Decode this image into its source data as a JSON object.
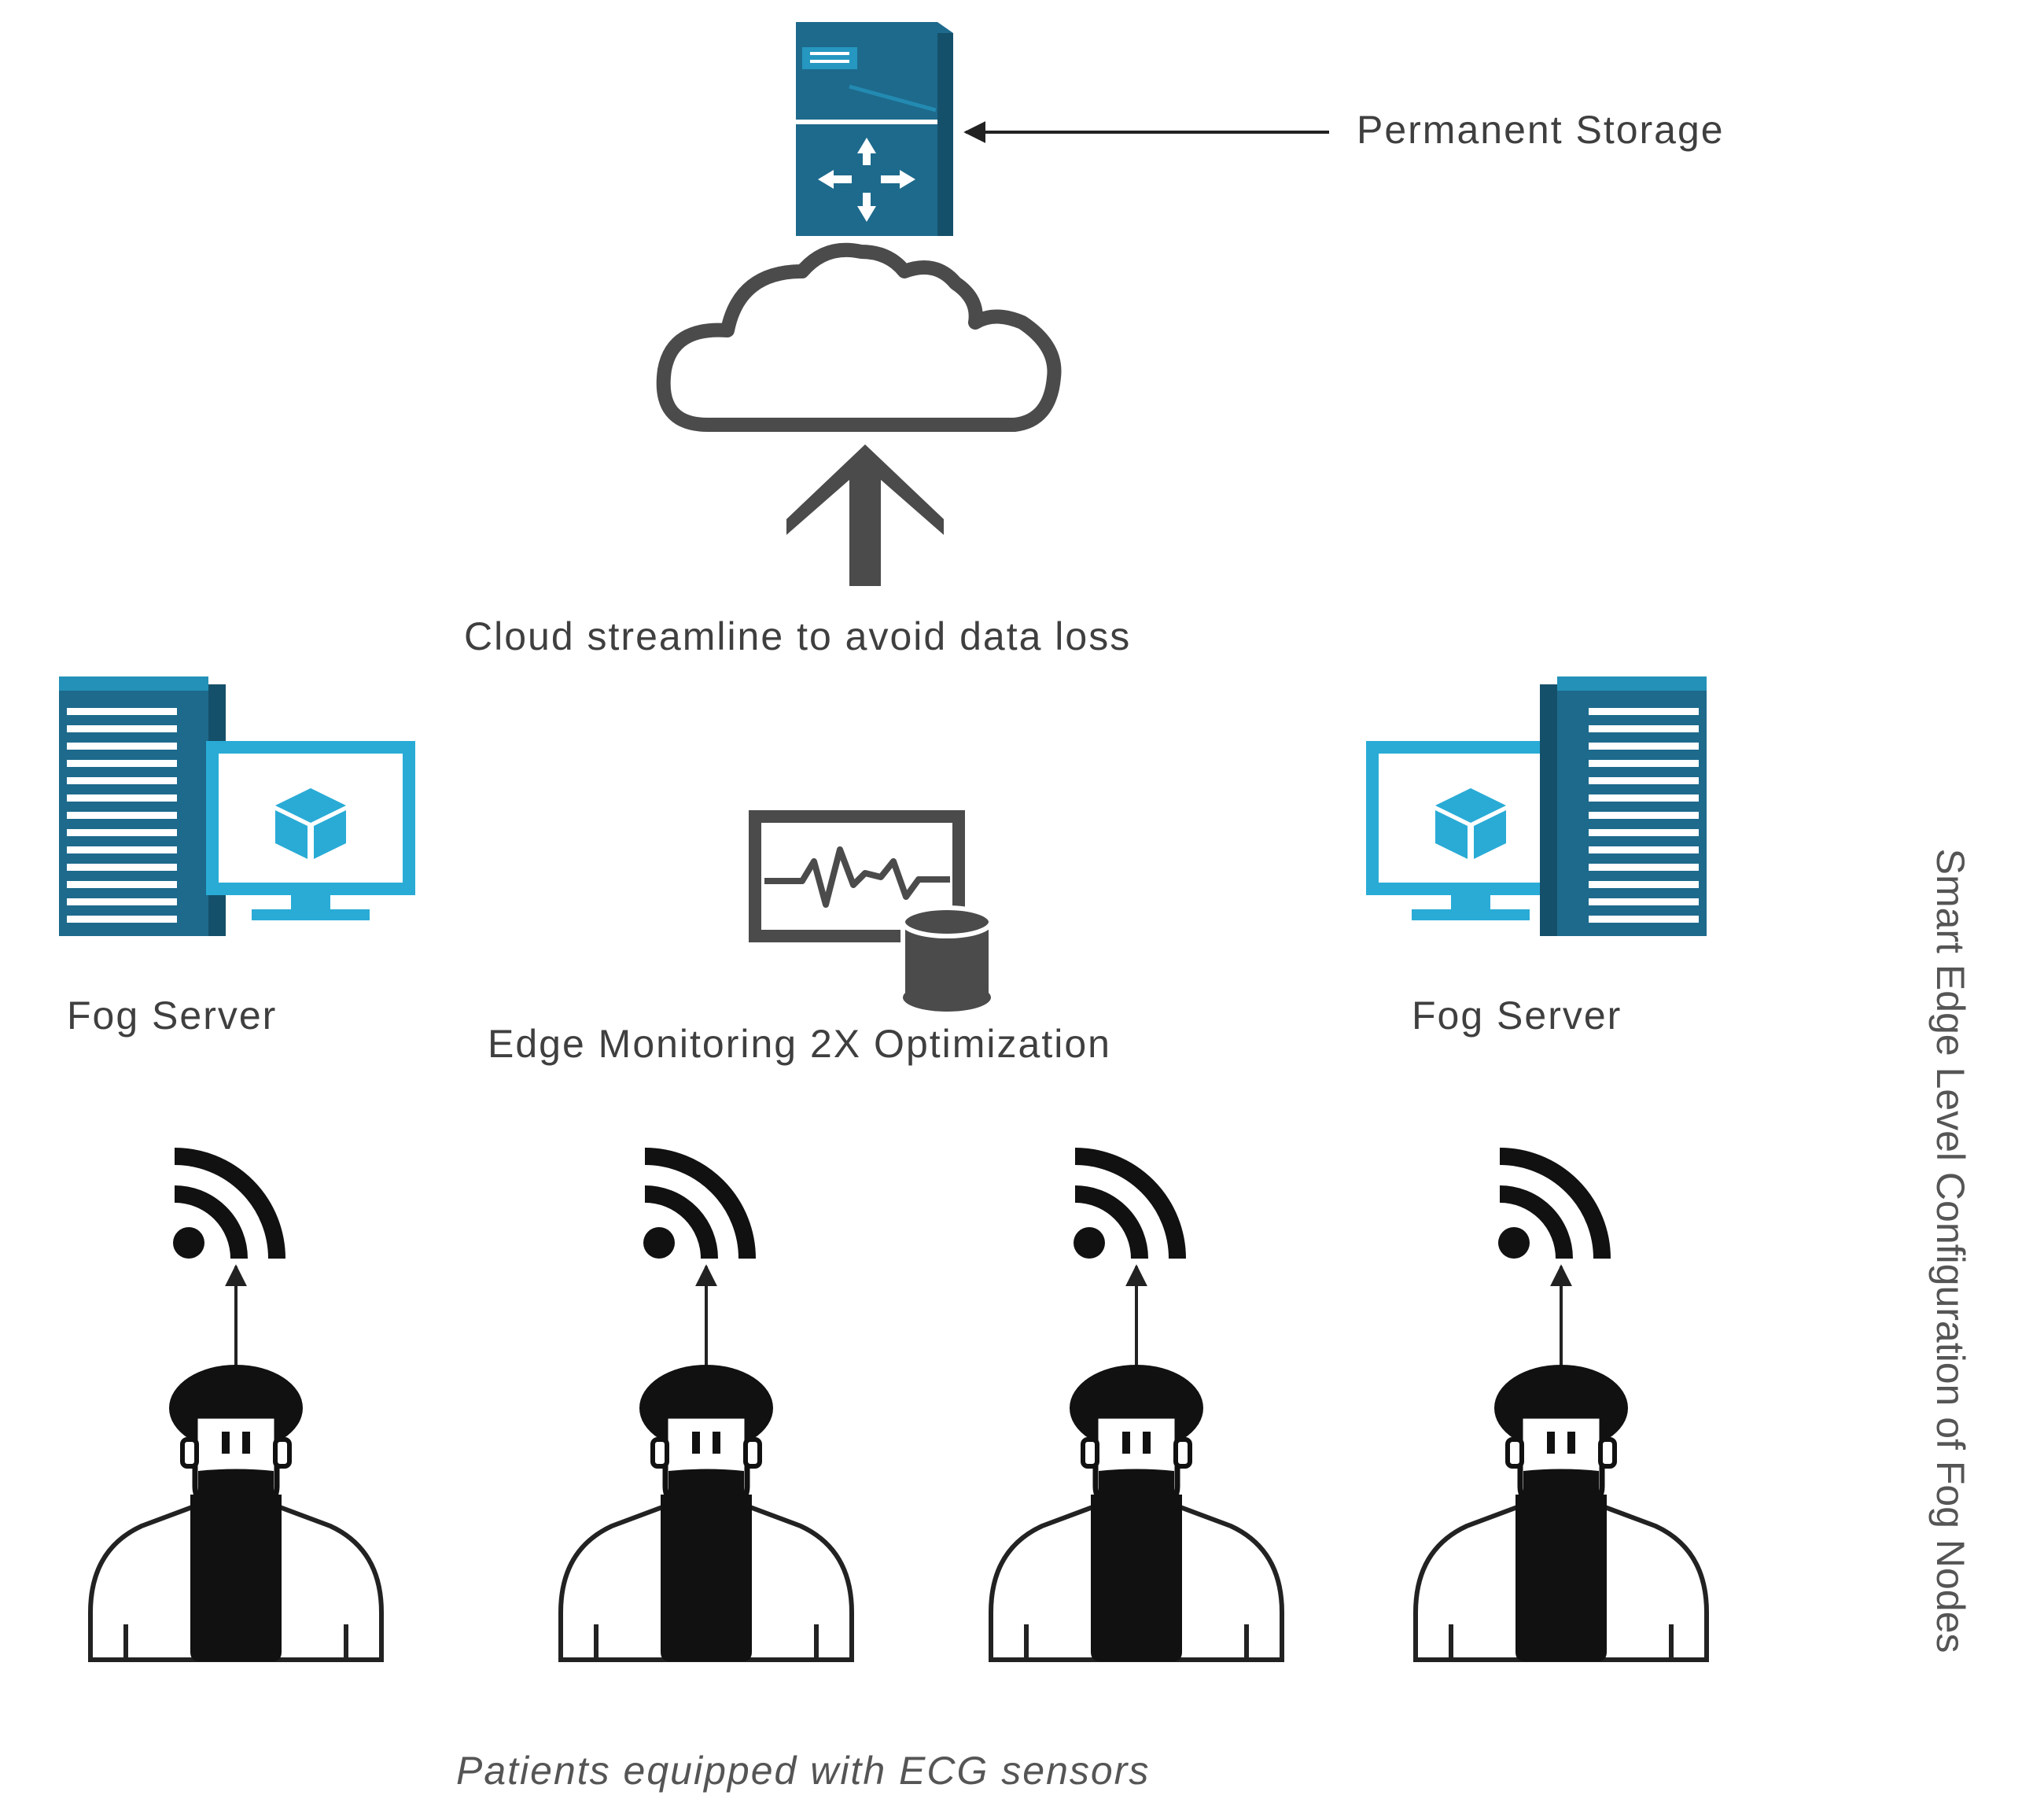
{
  "labels": {
    "permanent_storage": "Permanent Storage",
    "cloud_streamline": "Cloud streamline to avoid data loss",
    "fog_server_left": "Fog Server",
    "edge_monitoring": "Edge Monitoring 2X Optimization",
    "fog_server_right": "Fog Server",
    "side_title": "Smart Edge Level Configuration of Fog Nodes",
    "patients_caption": "Patients equipped with ECG sensors"
  },
  "icons": {
    "storage": "storage-server-icon",
    "cloud": "cloud-icon",
    "up_arrow": "up-arrow-icon",
    "fog_server": "fog-server-icon",
    "monitor": "ecg-monitor-icon",
    "database": "database-icon",
    "wifi": "wifi-icon",
    "patient": "patient-icon"
  },
  "colors": {
    "dark_blue": "#1d6a8c",
    "light_blue": "#29abd6",
    "dark_gray": "#4b4b4b",
    "text": "#3f3f3f"
  },
  "patients": [
    {
      "id": "patient-1"
    },
    {
      "id": "patient-2"
    },
    {
      "id": "patient-3"
    },
    {
      "id": "patient-4"
    }
  ]
}
